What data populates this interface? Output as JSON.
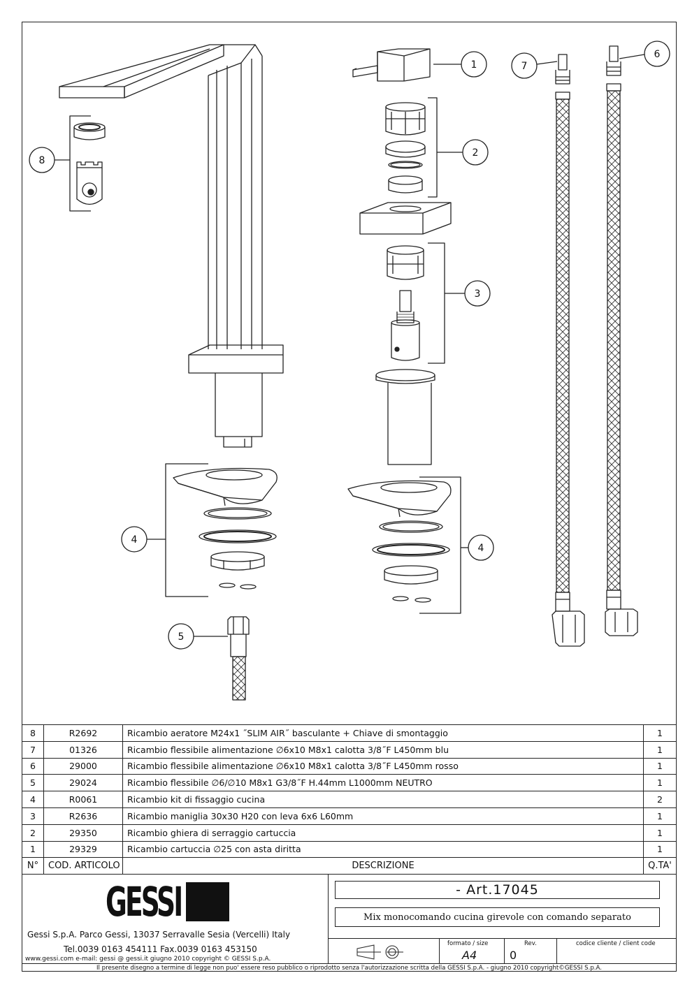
{
  "callouts": [
    "1",
    "2",
    "3",
    "4",
    "4",
    "5",
    "6",
    "7",
    "8"
  ],
  "parts_table": {
    "rows": [
      {
        "n": "8",
        "code": "R2692",
        "desc": "Ricambio  aeratore  M24x1  ˝SLIM  AIR˝  basculante  +  Chiave  di  smontaggio",
        "qty": "1"
      },
      {
        "n": "7",
        "code": "01326",
        "desc": "Ricambio  flessibile  alimentazione  ∅6x10  M8x1  calotta  3/8˝F  L450mm  blu",
        "qty": "1"
      },
      {
        "n": "6",
        "code": "29000",
        "desc": "Ricambio  flessibile  alimentazione  ∅6x10  M8x1  calotta  3/8˝F  L450mm  rosso",
        "qty": "1"
      },
      {
        "n": "5",
        "code": "29024",
        "desc": "Ricambio  flessibile  ∅6/∅10  M8x1  G3/8˝F  H.44mm  L1000mm  NEUTRO",
        "qty": "1"
      },
      {
        "n": "4",
        "code": "R0061",
        "desc": "Ricambio  kit  di  fissaggio  cucina",
        "qty": "2"
      },
      {
        "n": "3",
        "code": "R2636",
        "desc": "Ricambio  maniglia  30x30  H20  con  leva  6x6  L60mm",
        "qty": "1"
      },
      {
        "n": "2",
        "code": "29350",
        "desc": "Ricambio  ghiera  di  serraggio  cartuccia",
        "qty": "1"
      },
      {
        "n": "1",
        "code": "29329",
        "desc": "Ricambio  cartuccia  ∅25  con  asta  diritta",
        "qty": "1"
      }
    ],
    "header": {
      "n": "N°",
      "code": "COD.  ARTICOLO",
      "desc": "DESCRIZIONE",
      "qty": "Q.TA'"
    }
  },
  "title_block": {
    "logo": "GESSI",
    "company": "Gessi  S.p.A.  Parco  Gessi,  13037  Serravalle  Sesia  (Vercelli)  Italy",
    "phones": "Tel.0039  0163  454111  Fax.0039  0163  453150",
    "web": "www.gessi.com  e-mail:  gessi @ gessi.it    giugno  2010    copyright © GESSI  S.p.A.",
    "article": "-    Art.17045",
    "description": "Mix monocomando cucina girevole con comando separato",
    "formato_label": "formato  /  size",
    "formato_value": "A4",
    "rev_label": "Rev.",
    "rev_value": "0",
    "client_label": "codice  cliente  /  client  code"
  },
  "footer": "Il  presente  disegno  a  termine  di  legge  non  puo'  essere  reso  pubblico  o  riprodotto  senza  l'autorizzazione  scritta  della  GESSI  S.p.A.  -  giugno  2010    copyright©GESSI  S.p.A."
}
